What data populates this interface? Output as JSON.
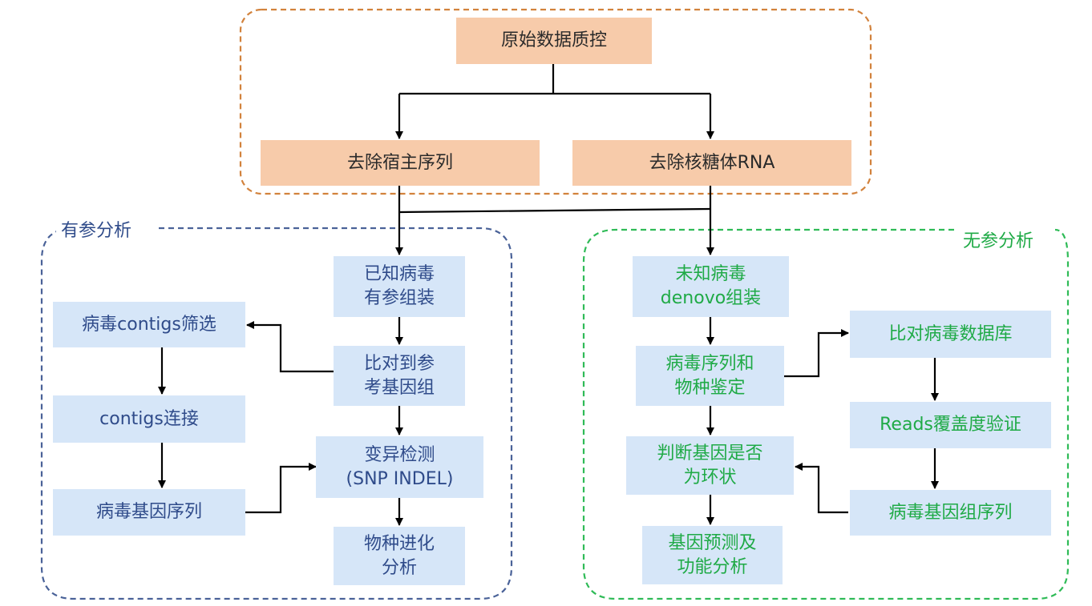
{
  "colors": {
    "top_border": "#d2823c",
    "left_border": "#4a6298",
    "right_border": "#2fbb57",
    "top_fill": "#f7cbaa",
    "node_fill": "#d6e6f8",
    "left_text": "#2f4b8a",
    "right_text": "#1faa46",
    "arrow": "#000000"
  },
  "regions": {
    "left_label": "有参分析",
    "right_label": "无参分析"
  },
  "nodes": {
    "qc": "原始数据质控",
    "remove_host": "去除宿主序列",
    "remove_rrna": "去除核糖体RNA",
    "known_assembly": "已知病毒\n有参组装",
    "align_ref": "比对到参\n考基因组",
    "variant_detect": "变异检测\n(SNP INDEL)",
    "species_evolution": "物种进化\n分析",
    "contig_filter": "病毒contigs筛选",
    "contig_join": "contigs连接",
    "viral_gene_seq": "病毒基因序列",
    "denovo_assembly": "未知病毒\ndenovo组装",
    "species_id": "病毒序列和\n物种鉴定",
    "circular_check": "判断基因是否\n为环状",
    "gene_prediction": "基因预测及\n功能分析",
    "align_db": "比对病毒数据库",
    "reads_coverage": "Reads覆盖度验证",
    "genome_seq": "病毒基因组序列"
  }
}
